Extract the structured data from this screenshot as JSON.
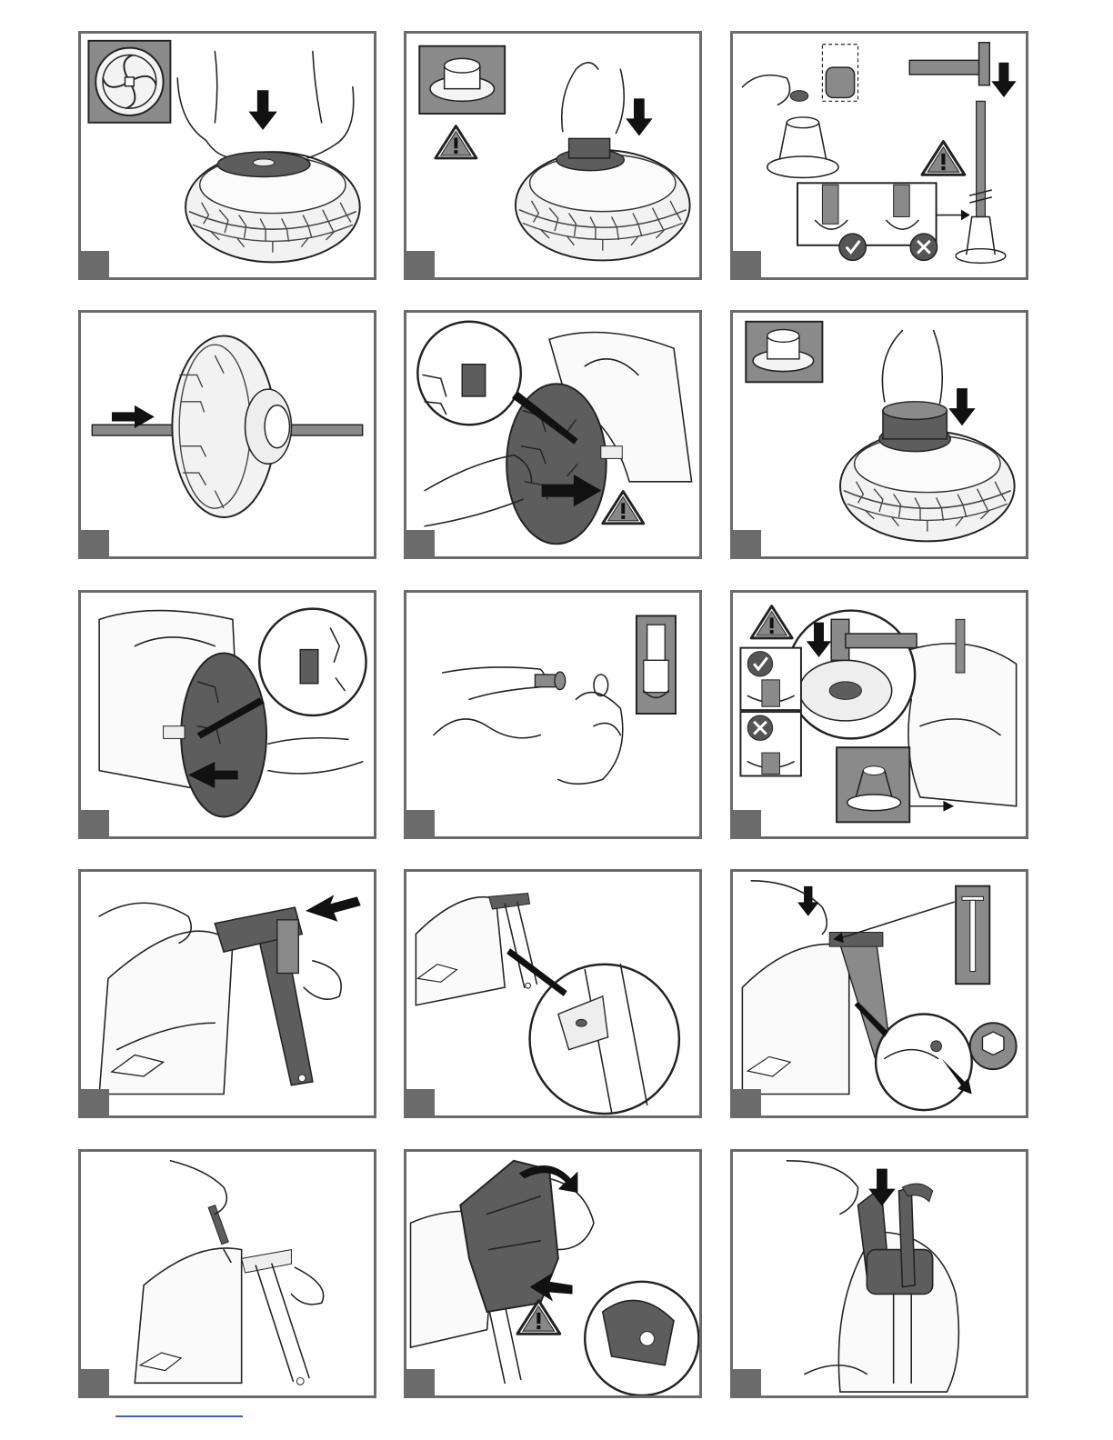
{
  "document": {
    "panels": [
      {
        "id": "p1",
        "step": "",
        "scene": "hub-cap-on-wheel"
      },
      {
        "id": "p2",
        "step": "",
        "scene": "bushing-on-wheel"
      },
      {
        "id": "p3",
        "step": "",
        "scene": "hammer-cap-nut"
      },
      {
        "id": "p4",
        "step": "",
        "scene": "axle-through-wheel"
      },
      {
        "id": "p5",
        "step": "",
        "scene": "wheel-onto-vehicle"
      },
      {
        "id": "p6",
        "step": "",
        "scene": "hub-on-wheel"
      },
      {
        "id": "p7",
        "step": "",
        "scene": "wheel-onto-vehicle-left"
      },
      {
        "id": "p8",
        "step": "",
        "scene": "cap-nut-in-hand"
      },
      {
        "id": "p9",
        "step": "",
        "scene": "hammer-cap-nut-vehicle"
      },
      {
        "id": "p10",
        "step": "",
        "scene": "steering-column-insert"
      },
      {
        "id": "p11",
        "step": "",
        "scene": "column-detail"
      },
      {
        "id": "p12",
        "step": "",
        "scene": "screw-and-nut"
      },
      {
        "id": "p13",
        "step": "",
        "scene": "screwdriver-tighten"
      },
      {
        "id": "p14",
        "step": "",
        "scene": "cover-snap-on"
      },
      {
        "id": "p15",
        "step": "",
        "scene": "steering-wheel-attach"
      }
    ],
    "colors": {
      "frame": "#6b6b6b",
      "ink": "#222222",
      "part": "#5d5d5d",
      "footer_link": "#3a5fcd"
    },
    "icons": [
      "warning-icon",
      "check-icon",
      "cross-icon",
      "down-arrow-icon",
      "right-arrow-icon",
      "left-arrow-icon",
      "hammer-icon"
    ]
  }
}
